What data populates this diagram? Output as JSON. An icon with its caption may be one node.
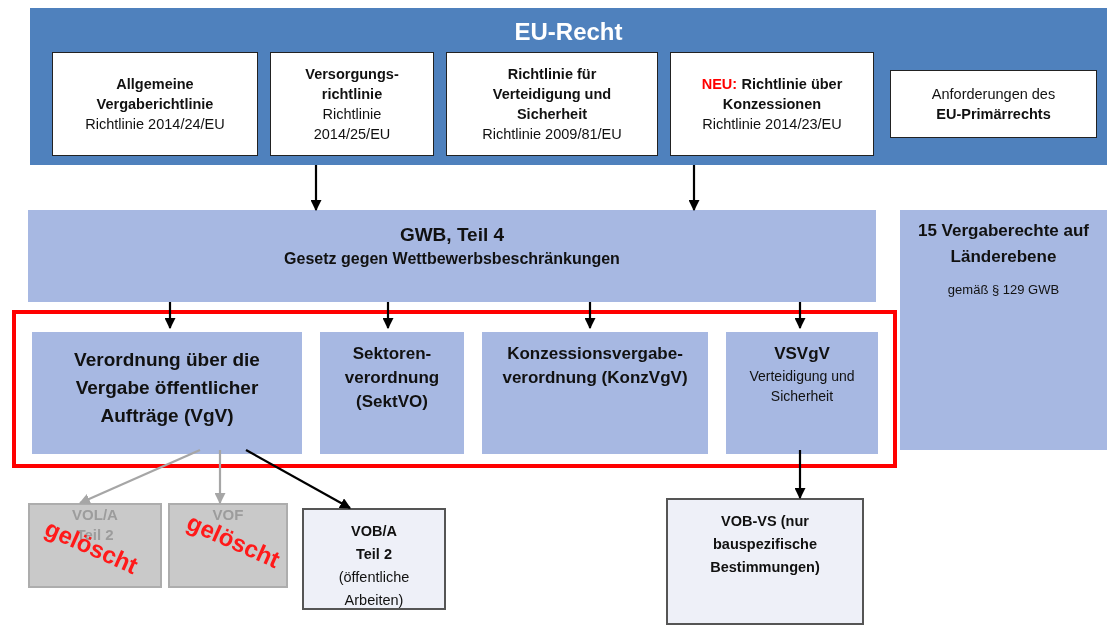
{
  "diagram": {
    "nodes": [
      {
        "text": [
          "EU-Recht"
        ]
      },
      {
        "text": [
          "Allgemeine Vergaberichtlinie",
          "Richtlinie 2014/24/EU"
        ],
        "in": 0
      },
      {
        "text": [
          "Versorgungs- richtlinie",
          "Richtlinie 2014/25/EU"
        ],
        "in": 0
      },
      {
        "text": [
          "Richtlinie für Verteidigung und Sicherheit",
          "Richtlinie 2009/81/EU"
        ],
        "in": 0
      },
      {
        "text": [
          "NEU:",
          "Richtlinie über Konzessionen",
          "Richtlinie 2014/23/EU"
        ],
        "in": 0
      },
      {
        "text": [
          "Anforderungen des **EU-Primärrechts**"
        ],
        "in": 0
      },
      {
        "text": [
          "GWB, Teil 4",
          "Gesetz gegen Wettbewerbsbeschränkungen"
        ]
      },
      {
        "text": [
          "15 Vergaberechte auf Länderebene",
          "gemäß § 129 GWB"
        ]
      },
      {
        "text": [],
        "shape": "box"
      },
      {
        "text": [
          "Verordnung über die Vergabe öffentlicher Aufträge (VgV)"
        ],
        "in": 8
      },
      {
        "text": [
          "Sektoren- verordnung (SektVO)"
        ],
        "in": 8
      },
      {
        "text": [
          "Konzessionsvergabe- verordnung (KonzVgV)"
        ],
        "in": 8
      },
      {
        "text": [
          "VSVgV",
          "Verteidigung und Sicherheit"
        ],
        "in": 8
      },
      {
        "text": [
          "VOL/A Teil 2",
          "gelöscht"
        ]
      },
      {
        "text": [
          "VOF",
          "gelöscht"
        ]
      },
      {
        "text": [
          "VOB/A Teil 2",
          "(öffentliche Arbeiten)"
        ]
      },
      {
        "text": [
          "VOB-VS (nur bauspezifische Bestimmungen)"
        ]
      }
    ],
    "edges": [
      {
        "from": 0,
        "to": 6,
        "arrow": "to"
      },
      {
        "from": 0,
        "to": 6,
        "arrow": "to"
      },
      {
        "from": 6,
        "to": 9,
        "arrow": "to"
      },
      {
        "from": 6,
        "to": 10,
        "arrow": "to"
      },
      {
        "from": 6,
        "to": 11,
        "arrow": "to"
      },
      {
        "from": 6,
        "to": 12,
        "arrow": "to"
      },
      {
        "from": 9,
        "to": 13,
        "arrow": "to",
        "color": "#a6a6a6"
      },
      {
        "from": 9,
        "to": 14,
        "arrow": "to",
        "color": "#a6a6a6"
      },
      {
        "from": 9,
        "to": 15,
        "arrow": "to"
      },
      {
        "from": 12,
        "to": 16,
        "arrow": "to"
      }
    ]
  }
}
